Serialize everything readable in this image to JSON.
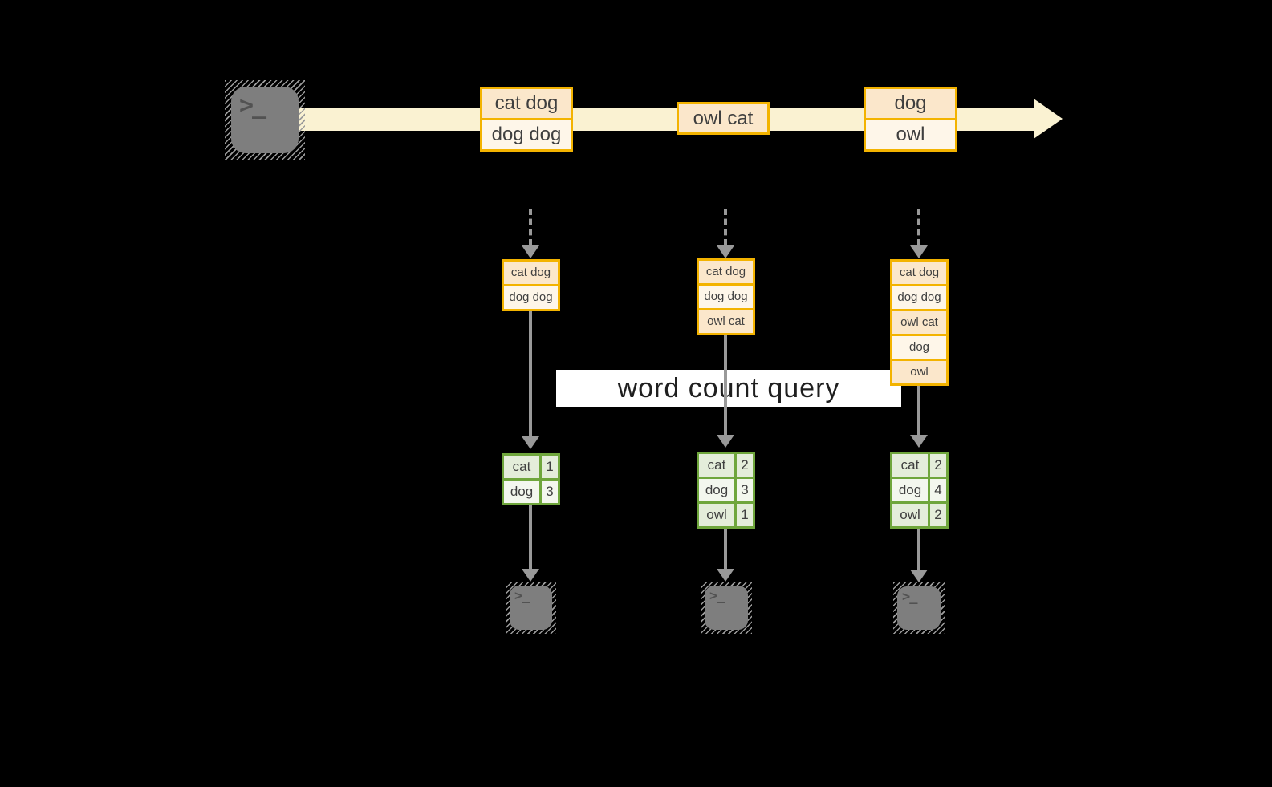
{
  "diagram": {
    "query_label": "word count query",
    "prompt_glyph": ">_",
    "colors": {
      "background": "#000000",
      "stream_arrow": "#FAF2D2",
      "batch_border": "#F3B300",
      "batch_fill_a": "#FBE7CB",
      "batch_fill_b": "#FEF6E9",
      "table_border": "#6FA63C",
      "table_fill_a": "#E4EDDA",
      "table_fill_b": "#F3F7EE",
      "connector": "#999999",
      "terminal_fill": "#7E7E7E",
      "hatch": "#9C9C9C"
    },
    "stream_batches": [
      {
        "items": [
          "cat dog",
          "dog dog"
        ]
      },
      {
        "items": [
          "owl cat"
        ]
      },
      {
        "items": [
          "dog",
          "owl"
        ]
      }
    ],
    "pipelines": [
      {
        "buffer": [
          "cat dog",
          "dog dog"
        ],
        "counts": [
          {
            "word": "cat",
            "count": "1"
          },
          {
            "word": "dog",
            "count": "3"
          }
        ]
      },
      {
        "buffer": [
          "cat dog",
          "dog dog",
          "owl cat"
        ],
        "counts": [
          {
            "word": "cat",
            "count": "2"
          },
          {
            "word": "dog",
            "count": "3"
          },
          {
            "word": "owl",
            "count": "1"
          }
        ]
      },
      {
        "buffer": [
          "cat dog",
          "dog dog",
          "owl cat",
          "dog",
          "owl"
        ],
        "counts": [
          {
            "word": "cat",
            "count": "2"
          },
          {
            "word": "dog",
            "count": "4"
          },
          {
            "word": "owl",
            "count": "2"
          }
        ]
      }
    ]
  }
}
